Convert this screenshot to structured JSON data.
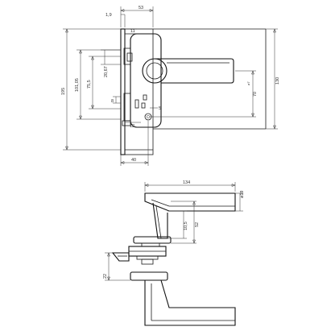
{
  "drawing": {
    "labels": {
      "d1_9": "1,9",
      "d53": "53",
      "d11": "11",
      "d195": "195",
      "d101_05": "101,05",
      "d75_5": "75,5",
      "d20_67": "20,67",
      "d8": "8",
      "d5": "5",
      "d12": "12",
      "d40": "40",
      "d70": "70",
      "d130": "130",
      "dphi": "ø7",
      "d134": "134",
      "d19": "ø19",
      "d10_5": "10,5",
      "d52": "52",
      "d22": "22"
    }
  }
}
